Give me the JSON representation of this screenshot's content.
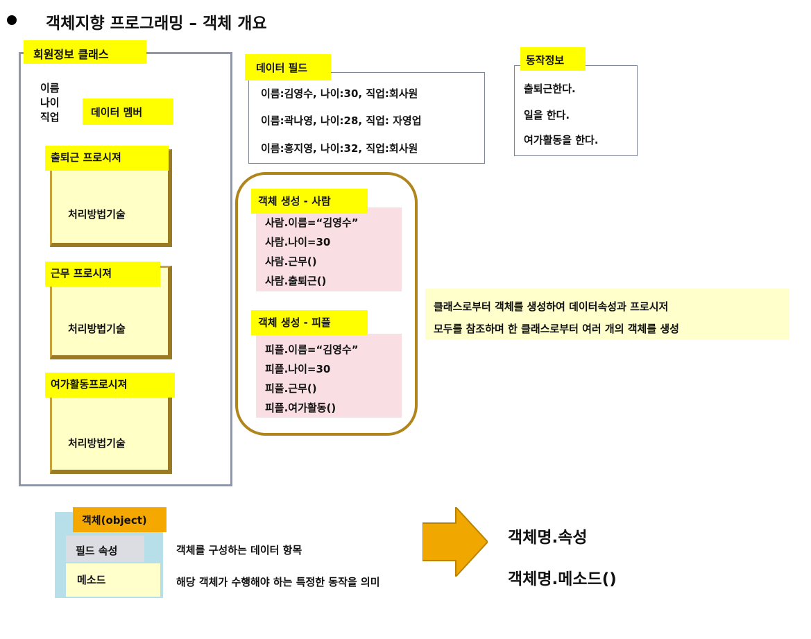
{
  "title": "객체지향 프로그래밍 – 객체 개요",
  "class_section": {
    "label": "회원정보 클래스",
    "members": [
      "이름",
      "나이",
      "직업"
    ],
    "member_label": "데이터 멤버",
    "procedures": [
      {
        "label": "출퇴근 프로시져",
        "text": "처리방법기술"
      },
      {
        "label": "근무 프로시져",
        "text": "처리방법기술"
      },
      {
        "label": "여가활동프로시져",
        "text": "처리방법기술"
      }
    ]
  },
  "data_field": {
    "label": "데이터 필드",
    "rows": [
      "이름:김영수, 나이:30, 직업:회사원",
      "이름:곽나영, 나이:28, 직업: 자영업",
      "이름:홍지영, 나이:32, 직업:회사원"
    ]
  },
  "behavior": {
    "label": "동작정보",
    "rows": [
      "출퇴근한다.",
      "일을 한다.",
      "여가활동을 한다."
    ]
  },
  "objects": [
    {
      "label": "객체 생성 - 사람",
      "lines": [
        "사람.이름=“김영수”",
        "사람.나이=30",
        "사람.근무()",
        "사람.출퇴근()"
      ]
    },
    {
      "label": "객체 생성 - 피플",
      "lines": [
        "피플.이름=“김영수”",
        "피플.나이=30",
        "피플.근무()",
        "피플.여가활동()"
      ]
    }
  ],
  "note": [
    "클래스로부터 객체를 생성하여 데이터속성과 프로시저",
    "모두를  참조하며 한 클래스로부터 여러 개의 객체를 생성"
  ],
  "legend": {
    "header": "객체(object)",
    "rows": [
      {
        "term": "필드 속성",
        "desc": "객체를 구성하는 데이터 항목"
      },
      {
        "term": "메소드",
        "desc": "해당 객체가 수행해야 하는 특정한 동작을 의미"
      }
    ]
  },
  "syntax": [
    "객체명.속성",
    "객체명.메소드()"
  ],
  "colors": {
    "highlight_yellow": "#ffff00",
    "highlight_orange": "#f5a800",
    "procedure_fill": "#ffffc6",
    "object_frame": "#b0861c",
    "object_fill": "#f9dfe4",
    "legend_bg": "#b7dfea",
    "arrow": "#f0a800"
  }
}
